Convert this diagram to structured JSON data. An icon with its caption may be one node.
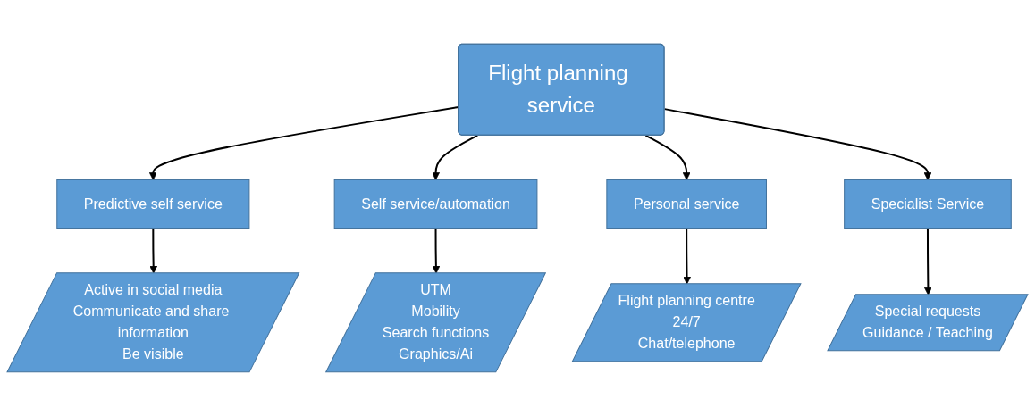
{
  "diagram": {
    "nodes": [
      {
        "text": [
          "Flight planning service"
        ]
      },
      {
        "text": [
          "Predictive  self service"
        ]
      },
      {
        "text": [
          "Self service/automation"
        ]
      },
      {
        "text": [
          "Personal service"
        ]
      },
      {
        "text": [
          "Specialist Service"
        ]
      },
      {
        "text": [
          "Active in social media",
          "Communicate and share information",
          "Be visible"
        ]
      },
      {
        "text": [
          "UTM",
          "Mobility",
          "Search functions",
          "Graphics/Ai"
        ]
      },
      {
        "text": [
          "Flight planning centre",
          "24/7",
          "Chat/telephone"
        ]
      },
      {
        "text": [
          "Special requests",
          "Guidance / Teaching"
        ]
      }
    ],
    "edges": [
      {
        "from": 0,
        "to": 1,
        "arrow": "to"
      },
      {
        "from": 0,
        "to": 2,
        "arrow": "to"
      },
      {
        "from": 0,
        "to": 3,
        "arrow": "to"
      },
      {
        "from": 0,
        "to": 4,
        "arrow": "to"
      },
      {
        "from": 1,
        "to": 5,
        "arrow": "to"
      },
      {
        "from": 2,
        "to": 6,
        "arrow": "to"
      },
      {
        "from": 3,
        "to": 7,
        "arrow": "to"
      },
      {
        "from": 4,
        "to": 8,
        "arrow": "to"
      }
    ]
  }
}
